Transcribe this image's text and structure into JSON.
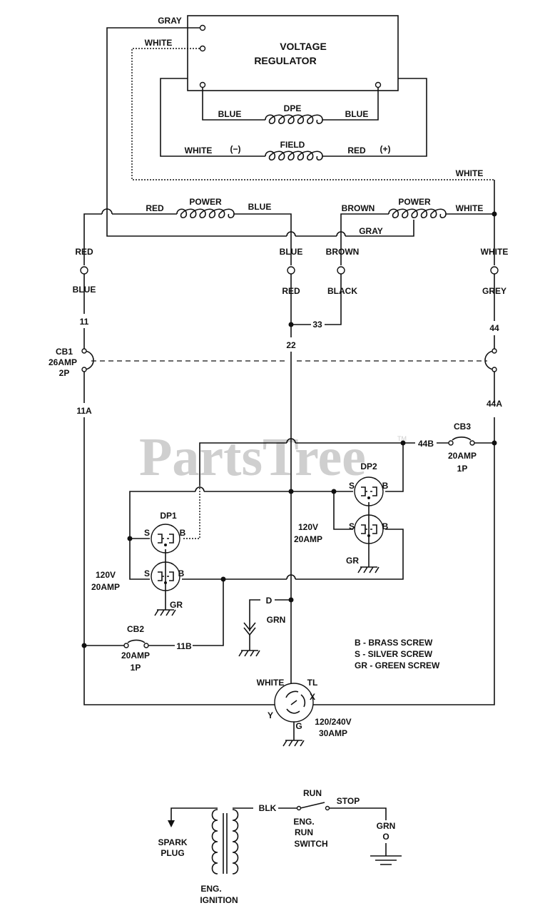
{
  "regulator": {
    "title_1": "VOLTAGE",
    "title_2": "REGULATOR",
    "in_gray": "GRAY",
    "in_white": "WHITE"
  },
  "dpe": {
    "label": "DPE",
    "left": "BLUE",
    "right": "BLUE"
  },
  "field": {
    "label": "FIELD",
    "left": "WHITE",
    "left_sign": "(−)",
    "right": "RED",
    "right_sign": "(+)"
  },
  "white_top": "WHITE",
  "power1": {
    "label": "POWER",
    "left": "RED",
    "right": "BLUE"
  },
  "power2": {
    "label": "POWER",
    "left": "BROWN",
    "right": "WHITE"
  },
  "gray_mid": "GRAY",
  "connectors": [
    {
      "top": "RED",
      "bottom": "BLUE",
      "wire": "11"
    },
    {
      "top": "BLUE",
      "bottom": "RED",
      "wire": "22"
    },
    {
      "top": "BROWN",
      "bottom": "BLACK",
      "wire": "33"
    },
    {
      "top": "WHITE",
      "bottom": "GREY",
      "wire": "44"
    }
  ],
  "cb1": {
    "name": "CB1",
    "rating": "26AMP",
    "poles": "2P"
  },
  "wire_11a": "11A",
  "wire_44a": "44A",
  "wire_44b": "44B",
  "wire_11b": "11B",
  "cb3": {
    "name": "CB3",
    "rating": "20AMP",
    "poles": "1P"
  },
  "cb2": {
    "name": "CB2",
    "rating": "20AMP",
    "poles": "1P"
  },
  "dp1": {
    "name": "DP1",
    "s": "S",
    "b": "B",
    "s2": "S",
    "b2": "B",
    "gr": "GR",
    "rating_1": "120V",
    "rating_2": "20AMP"
  },
  "dp2": {
    "name": "DP2",
    "s": "S",
    "b": "B",
    "s2": "S",
    "b2": "B",
    "gr": "GR",
    "rating_1": "120V",
    "rating_2": "20AMP"
  },
  "ground_d": "D",
  "ground_grn": "GRN",
  "legend": [
    "B - BRASS SCREW",
    "S - SILVER SCREW",
    "GR - GREEN SCREW"
  ],
  "twistlock": {
    "white": "WHITE",
    "tl": "TL",
    "x": "X",
    "y": "Y",
    "g": "G",
    "rating_1": "120/240V",
    "rating_2": "30AMP"
  },
  "ignition": {
    "blk": "BLK",
    "run": "RUN",
    "stop": "STOP",
    "switch_1": "ENG.",
    "switch_2": "RUN",
    "switch_3": "SWITCH",
    "grn": "GRN",
    "grn_sub": "O",
    "spark_1": "SPARK",
    "spark_2": "PLUG",
    "ign_1": "ENG.",
    "ign_2": "IGNITION"
  },
  "watermark": "PartsTree",
  "watermark_tm": "TM"
}
